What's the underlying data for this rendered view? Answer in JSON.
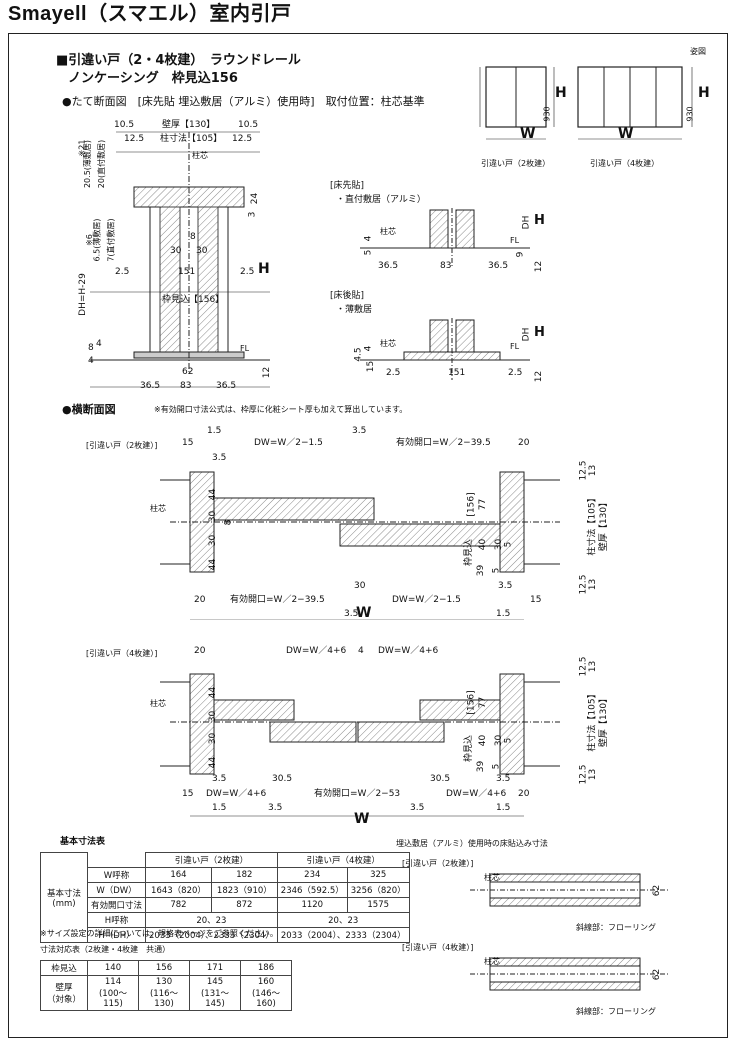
{
  "page": {
    "title": "Smayell（スマエル）室内引戸",
    "heading_line1": "■引違い戸（2・4枚建）　ラウンドレール",
    "heading_line2": "ノンケーシング　枠見込156",
    "section_vertical": "●たて断面図　[床先貼 埋込敷居（アルミ）使用時]　取付位置：柱芯基準",
    "section_horizontal": "●横断面図",
    "horizontal_note": "※有効開口寸法公式は、枠厚に化粧シート厚も加えて算出しています。",
    "figure_label": "姿図"
  },
  "elevations": [
    {
      "caption": "引違い戸（2枚建）",
      "w_label": "W",
      "h_label": "H",
      "h_dim": "930"
    },
    {
      "caption": "引違い戸（4枚建）",
      "w_label": "W",
      "h_label": "H",
      "h_dim": "930"
    }
  ],
  "vertical_section": {
    "dims_top": [
      "10.5",
      "壁厚【130】",
      "10.5",
      "12.5",
      "柱寸法【105】",
      "12.5"
    ],
    "pillar_center": "柱芯",
    "left_notes": [
      "※21",
      "20.5(薄敷居)",
      "20(直付敷居)",
      "※6",
      "6.5(薄敷居)",
      "7(直付敷居)"
    ],
    "dims_mid": [
      "24",
      "3",
      "8",
      "30",
      "30",
      "2.5",
      "151",
      "2.5",
      "H"
    ],
    "dh_label": "DH=H-29",
    "frame_depth": "枠見込【156】",
    "dims_bottom": [
      "8",
      "4",
      "4",
      "62",
      "36.5",
      "83",
      "36.5",
      "FL",
      "12"
    ]
  },
  "floor_first": {
    "title": "[床先貼]",
    "sub": "・直付敷居（アルミ）",
    "dims": [
      "柱芯",
      "4",
      "5",
      "FL",
      "9",
      "12",
      "36.5",
      "83",
      "36.5",
      "DH",
      "H"
    ]
  },
  "floor_after": {
    "title": "[床後貼]",
    "sub": "・薄敷居",
    "dims": [
      "柱芯",
      "4.5",
      "4",
      "15",
      "FL",
      "12",
      "2.5",
      "151",
      "2.5",
      "DH",
      "H"
    ]
  },
  "horiz_2": {
    "caption": "[引違い戸（2枚建）]",
    "top": [
      "15",
      "1.5",
      "DW=W／2−1.5",
      "3.5",
      "有効開口=W／2−39.5",
      "20",
      "3.5"
    ],
    "bottom": [
      "20",
      "有効開口=W／2−39.5",
      "DW=W／2−1.5",
      "15",
      "3.5",
      "W",
      "1.5",
      "30",
      "3.5"
    ],
    "inner": [
      "44",
      "30",
      "8",
      "30",
      "44",
      "39",
      "5",
      "30",
      "40",
      "5",
      "77",
      "[156]",
      "枠見込"
    ],
    "right": [
      "12.5",
      "13",
      "柱寸法【105】",
      "壁厚【130】",
      "12.5",
      "13"
    ],
    "pillar": "柱芯"
  },
  "horiz_4": {
    "caption": "[引違い戸（4枚建）]",
    "top": [
      "20",
      "DW=W／4+6",
      "4",
      "DW=W／4+6"
    ],
    "bottom": [
      "3.5",
      "30.5",
      "30.5",
      "3.5",
      "15",
      "DW=W／4+6",
      "有効開口=W／2−53",
      "DW=W／4+6",
      "20",
      "1.5",
      "3.5",
      "W",
      "3.5",
      "1.5"
    ],
    "inner": [
      "44",
      "30",
      "30",
      "44",
      "39",
      "5",
      "30",
      "40",
      "5",
      "77",
      "[156]",
      "枠見込"
    ],
    "right": [
      "12.5",
      "13",
      "柱寸法【105】",
      "壁厚【130】",
      "12.5",
      "13"
    ],
    "pillar": "柱芯"
  },
  "basic_table": {
    "title": "基本寸法表",
    "row_header": "基本寸法\n(mm)",
    "col_2": "引違い戸（2枚建）",
    "col_4": "引違い戸（4枚建）",
    "rows": [
      {
        "label": "W呼称",
        "v": [
          "164",
          "182",
          "234",
          "325"
        ]
      },
      {
        "label": "W（DW）",
        "v": [
          "1643（820）",
          "1823（910）",
          "2346（592.5）",
          "3256（820）"
        ]
      },
      {
        "label": "有効開口寸法",
        "v": [
          "782",
          "872",
          "1120",
          "1575"
        ]
      },
      {
        "label": "H呼称",
        "v": [
          "20、23",
          "",
          "20、23",
          ""
        ]
      },
      {
        "label": "H（DH）",
        "v": [
          "2033（2004）、2333（2304）",
          "",
          "2033（2004）、2333（2304）",
          ""
        ]
      }
    ],
    "note": "※サイズ設定の詳細については、規格表ページをご参照ください。"
  },
  "depth_table": {
    "title": "寸法対応表（2枚建・4枚建　共通）",
    "rows": [
      {
        "label": "枠見込",
        "v": [
          "140",
          "156",
          "171",
          "186"
        ]
      },
      {
        "label": "壁厚\n（対象）",
        "v": [
          "114\n(100～115)",
          "130\n(116～130)",
          "145\n(131～145)",
          "160\n(146～160)"
        ]
      }
    ]
  },
  "flooring": {
    "title": "埋込敷居（アルミ）使用時の床貼込み寸法",
    "items": [
      {
        "caption": "[引違い戸（2枚建）]",
        "pillar": "柱芯",
        "dim": "62",
        "legend": "斜線部：フローリング"
      },
      {
        "caption": "[引違い戸（4枚建）]",
        "pillar": "柱芯",
        "dim": "62",
        "legend": "斜線部：フローリング"
      }
    ]
  }
}
